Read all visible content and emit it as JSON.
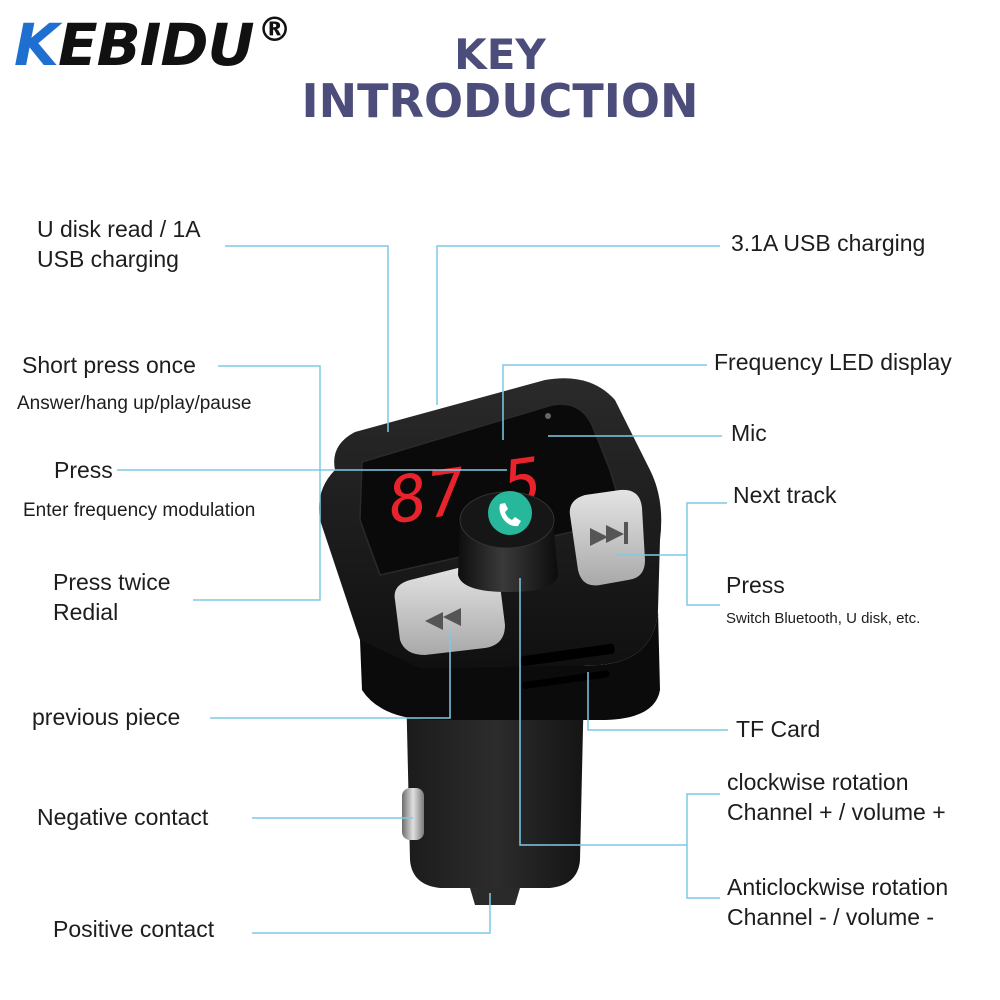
{
  "brand": {
    "logo_k": "K",
    "logo_rest": "EBIDU",
    "registered": "®"
  },
  "heading": {
    "line1": "KEY",
    "line2": "INTRODUCTION"
  },
  "display": {
    "frequency": "87.5"
  },
  "colors": {
    "callout_line": "#7fc9e6",
    "title": "#4c4d7a",
    "logo_blue": "#1f6fd0",
    "led_red": "#e8232b",
    "button_teal": "#27b79a"
  },
  "labels": {
    "u_disk_line1": "U disk read / 1A",
    "u_disk_line2": "USB charging",
    "short_press": "Short press once",
    "answer": "Answer/hang up/play/pause",
    "press": "Press",
    "enter_freq": "Enter frequency modulation",
    "press_twice": "Press twice",
    "redial": "Redial",
    "previous": "previous piece",
    "negative": "Negative contact",
    "positive": "Positive contact",
    "usb_31": "3.1A USB charging",
    "freq_led": "Frequency LED display",
    "mic": "Mic",
    "next_track": "Next track",
    "press_right": "Press",
    "switch_bt": "Switch Bluetooth, U disk, etc.",
    "tf_card": "TF Card",
    "clockwise": "clockwise rotation",
    "channel_plus": "Channel + / volume +",
    "anticlockwise": "Anticlockwise rotation",
    "channel_minus": "Channel - / volume -"
  }
}
